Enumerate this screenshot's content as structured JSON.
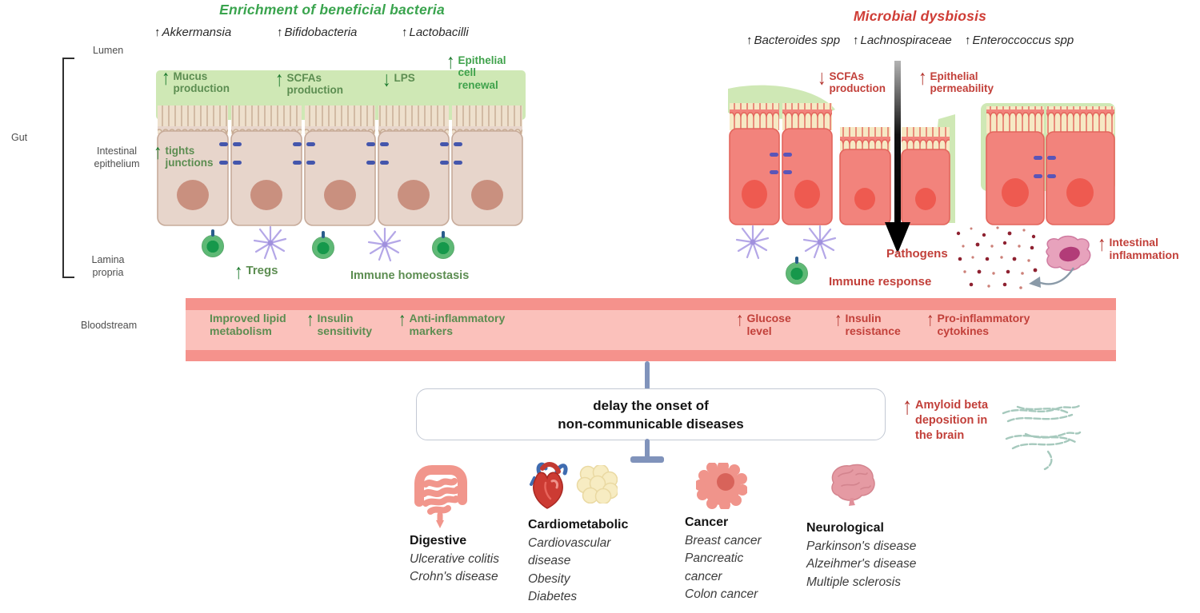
{
  "colors": {
    "beneficial_green": "#3aa44e",
    "annotation_green": "#5c8d51",
    "arrow_green": "#1d7a2e",
    "dysbiosis_red": "#cf3d36",
    "annotation_red": "#c2403a",
    "mucus_green": "#cfe8b5",
    "healthy_cell": "#e7d5cb",
    "dysbiotic_cell": "#f2837c",
    "bloodstream_pink": "#fbc1bb",
    "bloodstream_border": "#f5928c",
    "tight_junction_blue": "#4456ac",
    "connector_blue": "#8093bb"
  },
  "left_panel": {
    "title": "Enrichment of beneficial bacteria",
    "bacteria": [
      {
        "arrow": "↑",
        "name": "Akkermansia"
      },
      {
        "arrow": "↑",
        "name": "Bifidobacteria"
      },
      {
        "arrow": "↑",
        "name": "Lactobacilli"
      }
    ],
    "annotations": {
      "mucus": {
        "arrow": "↑",
        "label": "Mucus production"
      },
      "scfas": {
        "arrow": "↑",
        "label": "SCFAs production"
      },
      "lps": {
        "arrow": "↓",
        "label": "LPS"
      },
      "renewal": {
        "arrow": "↑",
        "label": "Epithelial cell renewal"
      },
      "tight_junctions": {
        "arrow": "↑",
        "label": "tights junctions"
      },
      "tregs": {
        "arrow": "↑",
        "label": "Tregs"
      },
      "immune_homeostasis": {
        "label": "Immune homeostasis"
      }
    }
  },
  "right_panel": {
    "title": "Microbial dysbiosis",
    "bacteria": [
      {
        "arrow": "↑",
        "name": "Bacteroides spp"
      },
      {
        "arrow": "↑",
        "name": "Lachnospiraceae"
      },
      {
        "arrow": "↑",
        "name": "Enteroccoccus spp"
      }
    ],
    "annotations": {
      "scfas": {
        "arrow": "↓",
        "label": "SCFAs production"
      },
      "permeability": {
        "arrow": "↑",
        "label": "Epithelial permeability"
      },
      "pathogens": {
        "label": "Pathogens"
      },
      "immune_response": {
        "label": "Immune response"
      },
      "intestinal_inflammation": {
        "arrow": "↑",
        "label": "Intestinal inflammation"
      },
      "amyloid": {
        "arrow": "↑",
        "label": "Amyloid beta deposition in the brain"
      }
    }
  },
  "anatomy": {
    "lumen": "Lumen",
    "gut": "Gut",
    "intestinal_epithelium": "Intestinal epithelium",
    "lamina_propria": "Lamina propria",
    "bloodstream": "Bloodstream"
  },
  "bloodstream_effects": {
    "beneficial": [
      {
        "arrow": "",
        "label": "Improved lipid metabolism"
      },
      {
        "arrow": "↑",
        "label": "Insulin sensitivity"
      },
      {
        "arrow": "↑",
        "label": "Anti-inflammatory markers"
      }
    ],
    "harmful": [
      {
        "arrow": "↑",
        "label": "Glucose level"
      },
      {
        "arrow": "↑",
        "label": "Insulin resistance"
      },
      {
        "arrow": "↑",
        "label": "Pro-inflammatory cytokines"
      }
    ]
  },
  "outcome_box": {
    "line1": "delay the onset of",
    "line2": "non-communicable diseases"
  },
  "disease_groups": [
    {
      "name": "Digestive",
      "diseases": [
        "Ulcerative colitis",
        "Crohn's disease"
      ]
    },
    {
      "name": "Cardiometabolic",
      "diseases": [
        "Cardiovascular disease",
        "Obesity",
        "Diabetes"
      ]
    },
    {
      "name": "Cancer",
      "diseases": [
        "Breast cancer",
        "Pancreatic cancer",
        "Colon cancer"
      ]
    },
    {
      "name": "Neurological",
      "diseases": [
        "Parkinson's disease",
        "Alzeihmer's disease",
        "Multiple sclerosis"
      ]
    }
  ]
}
